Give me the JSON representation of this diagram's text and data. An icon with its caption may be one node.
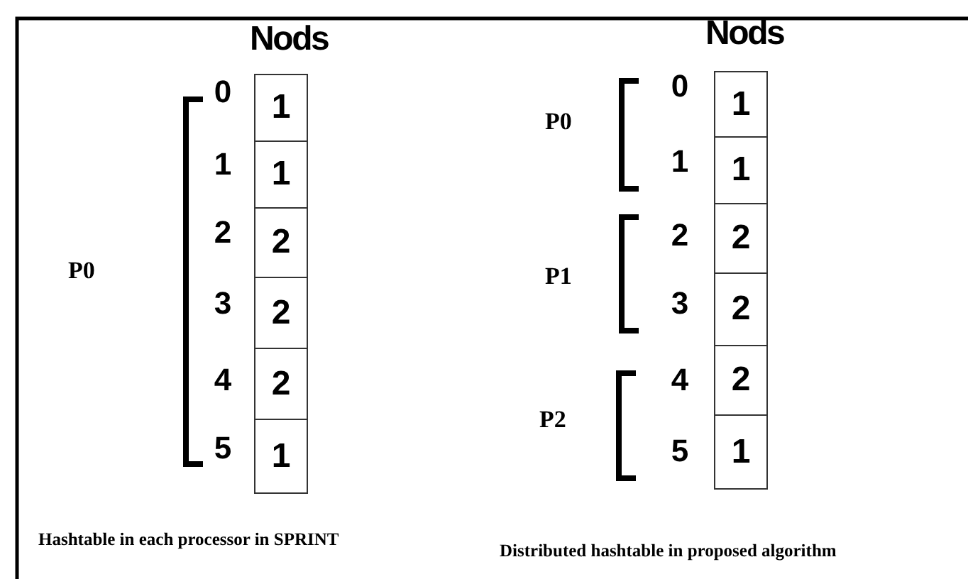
{
  "diagram": {
    "nodes": [
      {
        "text": [
          "1"
        ]
      },
      {
        "text": [
          "1"
        ]
      },
      {
        "text": [
          "2"
        ]
      },
      {
        "text": [
          "2"
        ]
      },
      {
        "text": [
          "2"
        ]
      },
      {
        "text": [
          "1"
        ]
      },
      {
        "text": [
          "1"
        ]
      },
      {
        "text": [
          "1"
        ]
      },
      {
        "text": [
          "2"
        ]
      },
      {
        "text": [
          "2"
        ]
      },
      {
        "text": [
          "2"
        ]
      },
      {
        "text": [
          "1"
        ]
      }
    ],
    "labels": [
      "Nods",
      "0",
      "1",
      "2",
      "3",
      "4",
      "5",
      "P0",
      "Hashtable in each processor in SPRINT",
      "Nods",
      "0",
      "1",
      "2",
      "3",
      "4",
      "5",
      "P0",
      "P1",
      "P2",
      "Distributed hashtable in proposed algorithm"
    ]
  }
}
